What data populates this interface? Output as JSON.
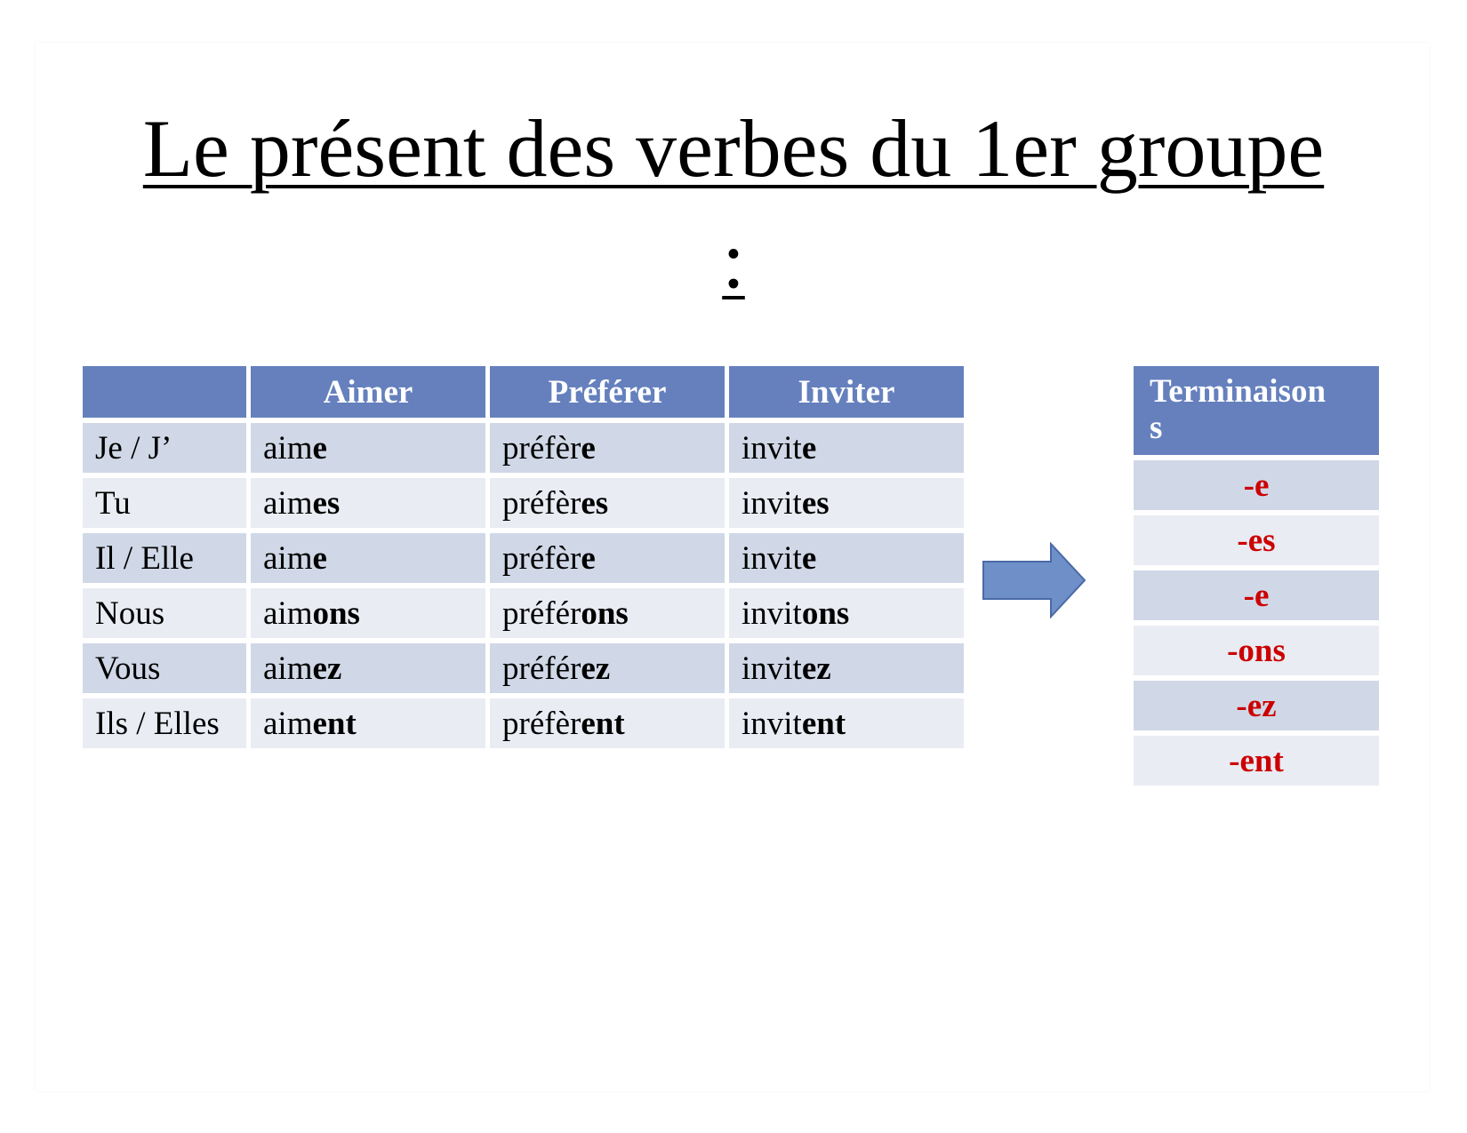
{
  "title": {
    "line1": "Le présent des verbes du 1er groupe",
    "line2": ":"
  },
  "table": {
    "headers": [
      "",
      "Aimer",
      "Préférer",
      "Inviter"
    ],
    "rows": [
      {
        "pronoun": "Je / J’",
        "cells": [
          [
            "aim",
            "e"
          ],
          [
            "préfèr",
            "e"
          ],
          [
            "invit",
            "e"
          ]
        ]
      },
      {
        "pronoun": "Tu",
        "cells": [
          [
            "aim",
            "es"
          ],
          [
            "préfèr",
            "es"
          ],
          [
            "invit",
            "es"
          ]
        ]
      },
      {
        "pronoun": "Il / Elle",
        "cells": [
          [
            "aim",
            "e"
          ],
          [
            "préfèr",
            "e"
          ],
          [
            "invit",
            "e"
          ]
        ]
      },
      {
        "pronoun": "Nous",
        "cells": [
          [
            "aim",
            "ons"
          ],
          [
            "préfér",
            "ons"
          ],
          [
            "invit",
            "ons"
          ]
        ]
      },
      {
        "pronoun": "Vous",
        "cells": [
          [
            "aim",
            "ez"
          ],
          [
            "préfér",
            "ez"
          ],
          [
            "invit",
            "ez"
          ]
        ]
      },
      {
        "pronoun": "Ils / Elles",
        "cells": [
          [
            "aim",
            "ent"
          ],
          [
            "préfèr",
            "ent"
          ],
          [
            "invit",
            "ent"
          ]
        ]
      }
    ]
  },
  "arrow": {
    "icon": "right-arrow-icon",
    "fill": "#6f8fc8",
    "stroke": "#4a6aa6"
  },
  "terminaisons": {
    "header": "Terminaisons",
    "endings": [
      "-e",
      "-es",
      "-e",
      "-ons",
      "-ez",
      "-ent"
    ],
    "color": "#cc0000"
  }
}
